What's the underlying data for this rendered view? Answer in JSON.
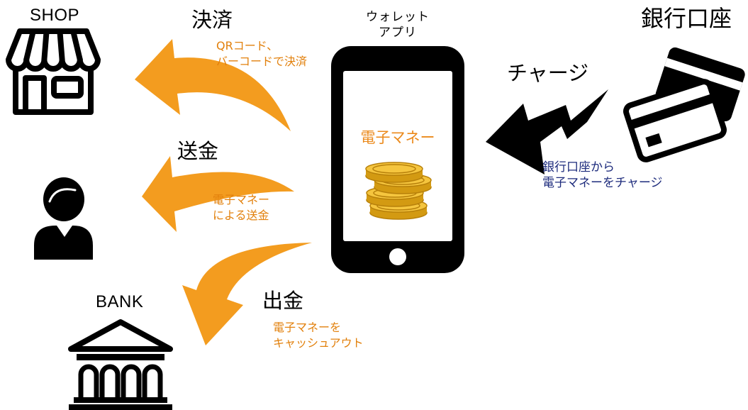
{
  "shop": {
    "label": "SHOP",
    "icon": "storefront-icon"
  },
  "payment": {
    "heading": "決済",
    "caption": [
      "QRコード、",
      "バーコードで決済"
    ],
    "arrow_icon": "curved-arrow-left-icon"
  },
  "wallet_app": {
    "label": [
      "ウォレット",
      "アプリ"
    ],
    "screen_label": "電子マネー",
    "device_icon": "smartphone-icon",
    "coins_icon": "coin-stack-icon"
  },
  "bank_account": {
    "label": "銀行口座",
    "icon": "credit-cards-icon"
  },
  "charge": {
    "heading": "チャージ",
    "caption": [
      "銀行口座から",
      "電子マネーをチャージ"
    ],
    "arrow_icon": "zigzag-arrow-left-icon"
  },
  "transfer": {
    "heading": "送金",
    "caption": [
      "電子マネー",
      "による送金"
    ],
    "arrow_icon": "curved-arrow-left-icon"
  },
  "person": {
    "icon": "person-icon"
  },
  "bank": {
    "label": "BANK",
    "icon": "bank-building-icon"
  },
  "withdrawal": {
    "heading": "出金",
    "caption": [
      "電子マネーを",
      "キャッシュアウト"
    ],
    "arrow_icon": "curved-arrow-down-left-icon"
  },
  "colors": {
    "arrow_orange": "#F39C1F",
    "caption_orange": "#E2800C",
    "caption_navy": "#1D2B7C",
    "charge_arrow": "#000000"
  }
}
